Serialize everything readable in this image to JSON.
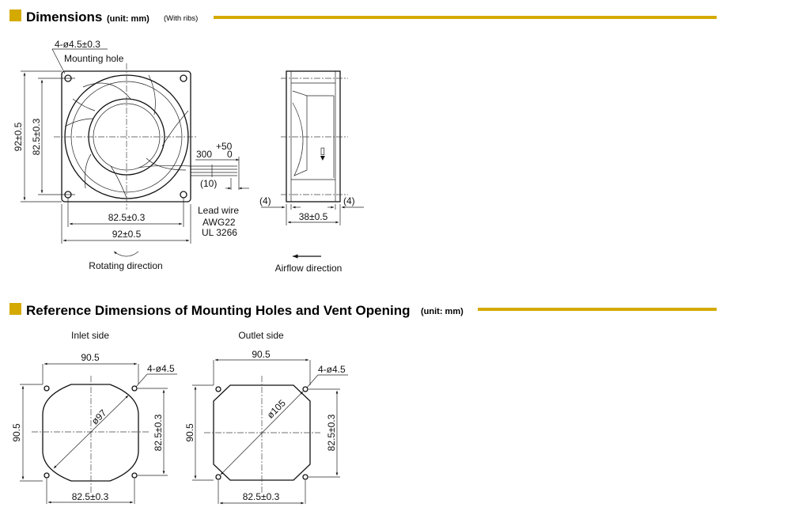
{
  "colors": {
    "accent": "#d4aa00"
  },
  "section1": {
    "title": "Dimensions",
    "unit": "(unit: mm)",
    "note": "(With ribs)",
    "front": {
      "hole_spec": "4-ø4.5±0.3",
      "hole_label": "Mounting hole",
      "height_outer": "92±0.5",
      "height_pitch": "82.5±0.3",
      "width_pitch": "82.5±0.3",
      "width_outer": "92±0.5",
      "lead_len": "300",
      "lead_tol_plus": "+50",
      "lead_tol_minus": "0",
      "strip_len": "(10)",
      "lead_wire": "Lead wire",
      "awg": "AWG22",
      "ul": "UL 3266",
      "rotating": "Rotating direction"
    },
    "side": {
      "rib_left": "(4)",
      "rib_right": "(4)",
      "depth": "38±0.5",
      "airflow": "Airflow direction"
    }
  },
  "section2": {
    "title": "Reference Dimensions of Mounting Holes and Vent Opening",
    "unit": "(unit: mm)",
    "inlet": {
      "label": "Inlet side",
      "width": "90.5",
      "height": "90.5",
      "holes": "4-ø4.5",
      "diameter": "ø97",
      "pitch_v": "82.5±0.3",
      "pitch_h": "82.5±0.3"
    },
    "outlet": {
      "label": "Outlet side",
      "width": "90.5",
      "height": "90.5",
      "holes": "4-ø4.5",
      "diameter": "ø105",
      "pitch_v": "82.5±0.3",
      "pitch_h": "82.5±0.3"
    }
  }
}
